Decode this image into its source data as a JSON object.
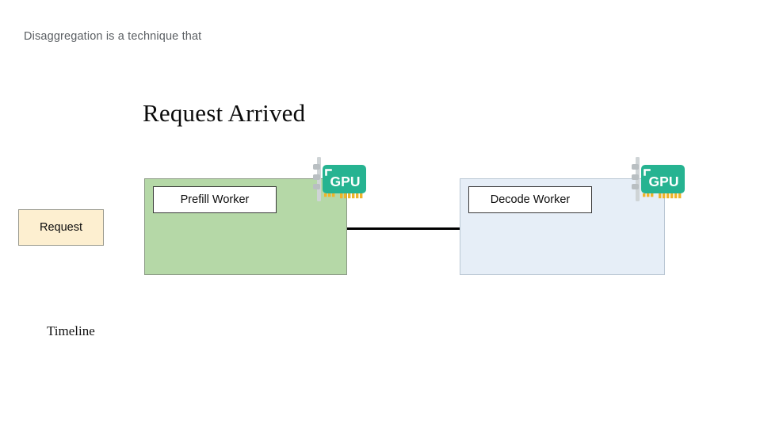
{
  "caption": {
    "text": "Disaggregation is a technique that"
  },
  "slide": {
    "title": "Request Arrived",
    "timeline_label": "Timeline"
  },
  "request": {
    "label": "Request",
    "fill_color": "#fdefd0",
    "border_color": "#9a9a8e"
  },
  "workers": [
    {
      "id": "prefill",
      "label": "Prefill Worker",
      "fill_color": "#b5d8a7",
      "border_color": "#8b9a85",
      "gpu": {
        "label": "GPU",
        "card_color": "#26b391",
        "bracket_color": "#cfd4d6",
        "pin_color": "#f0b429"
      }
    },
    {
      "id": "decode",
      "label": "Decode Worker",
      "fill_color": "#e6eef7",
      "border_color": "#b9c6d3",
      "gpu": {
        "label": "GPU",
        "card_color": "#26b391",
        "bracket_color": "#cfd4d6",
        "pin_color": "#f0b429"
      }
    }
  ],
  "connector": {
    "color": "#000000"
  }
}
